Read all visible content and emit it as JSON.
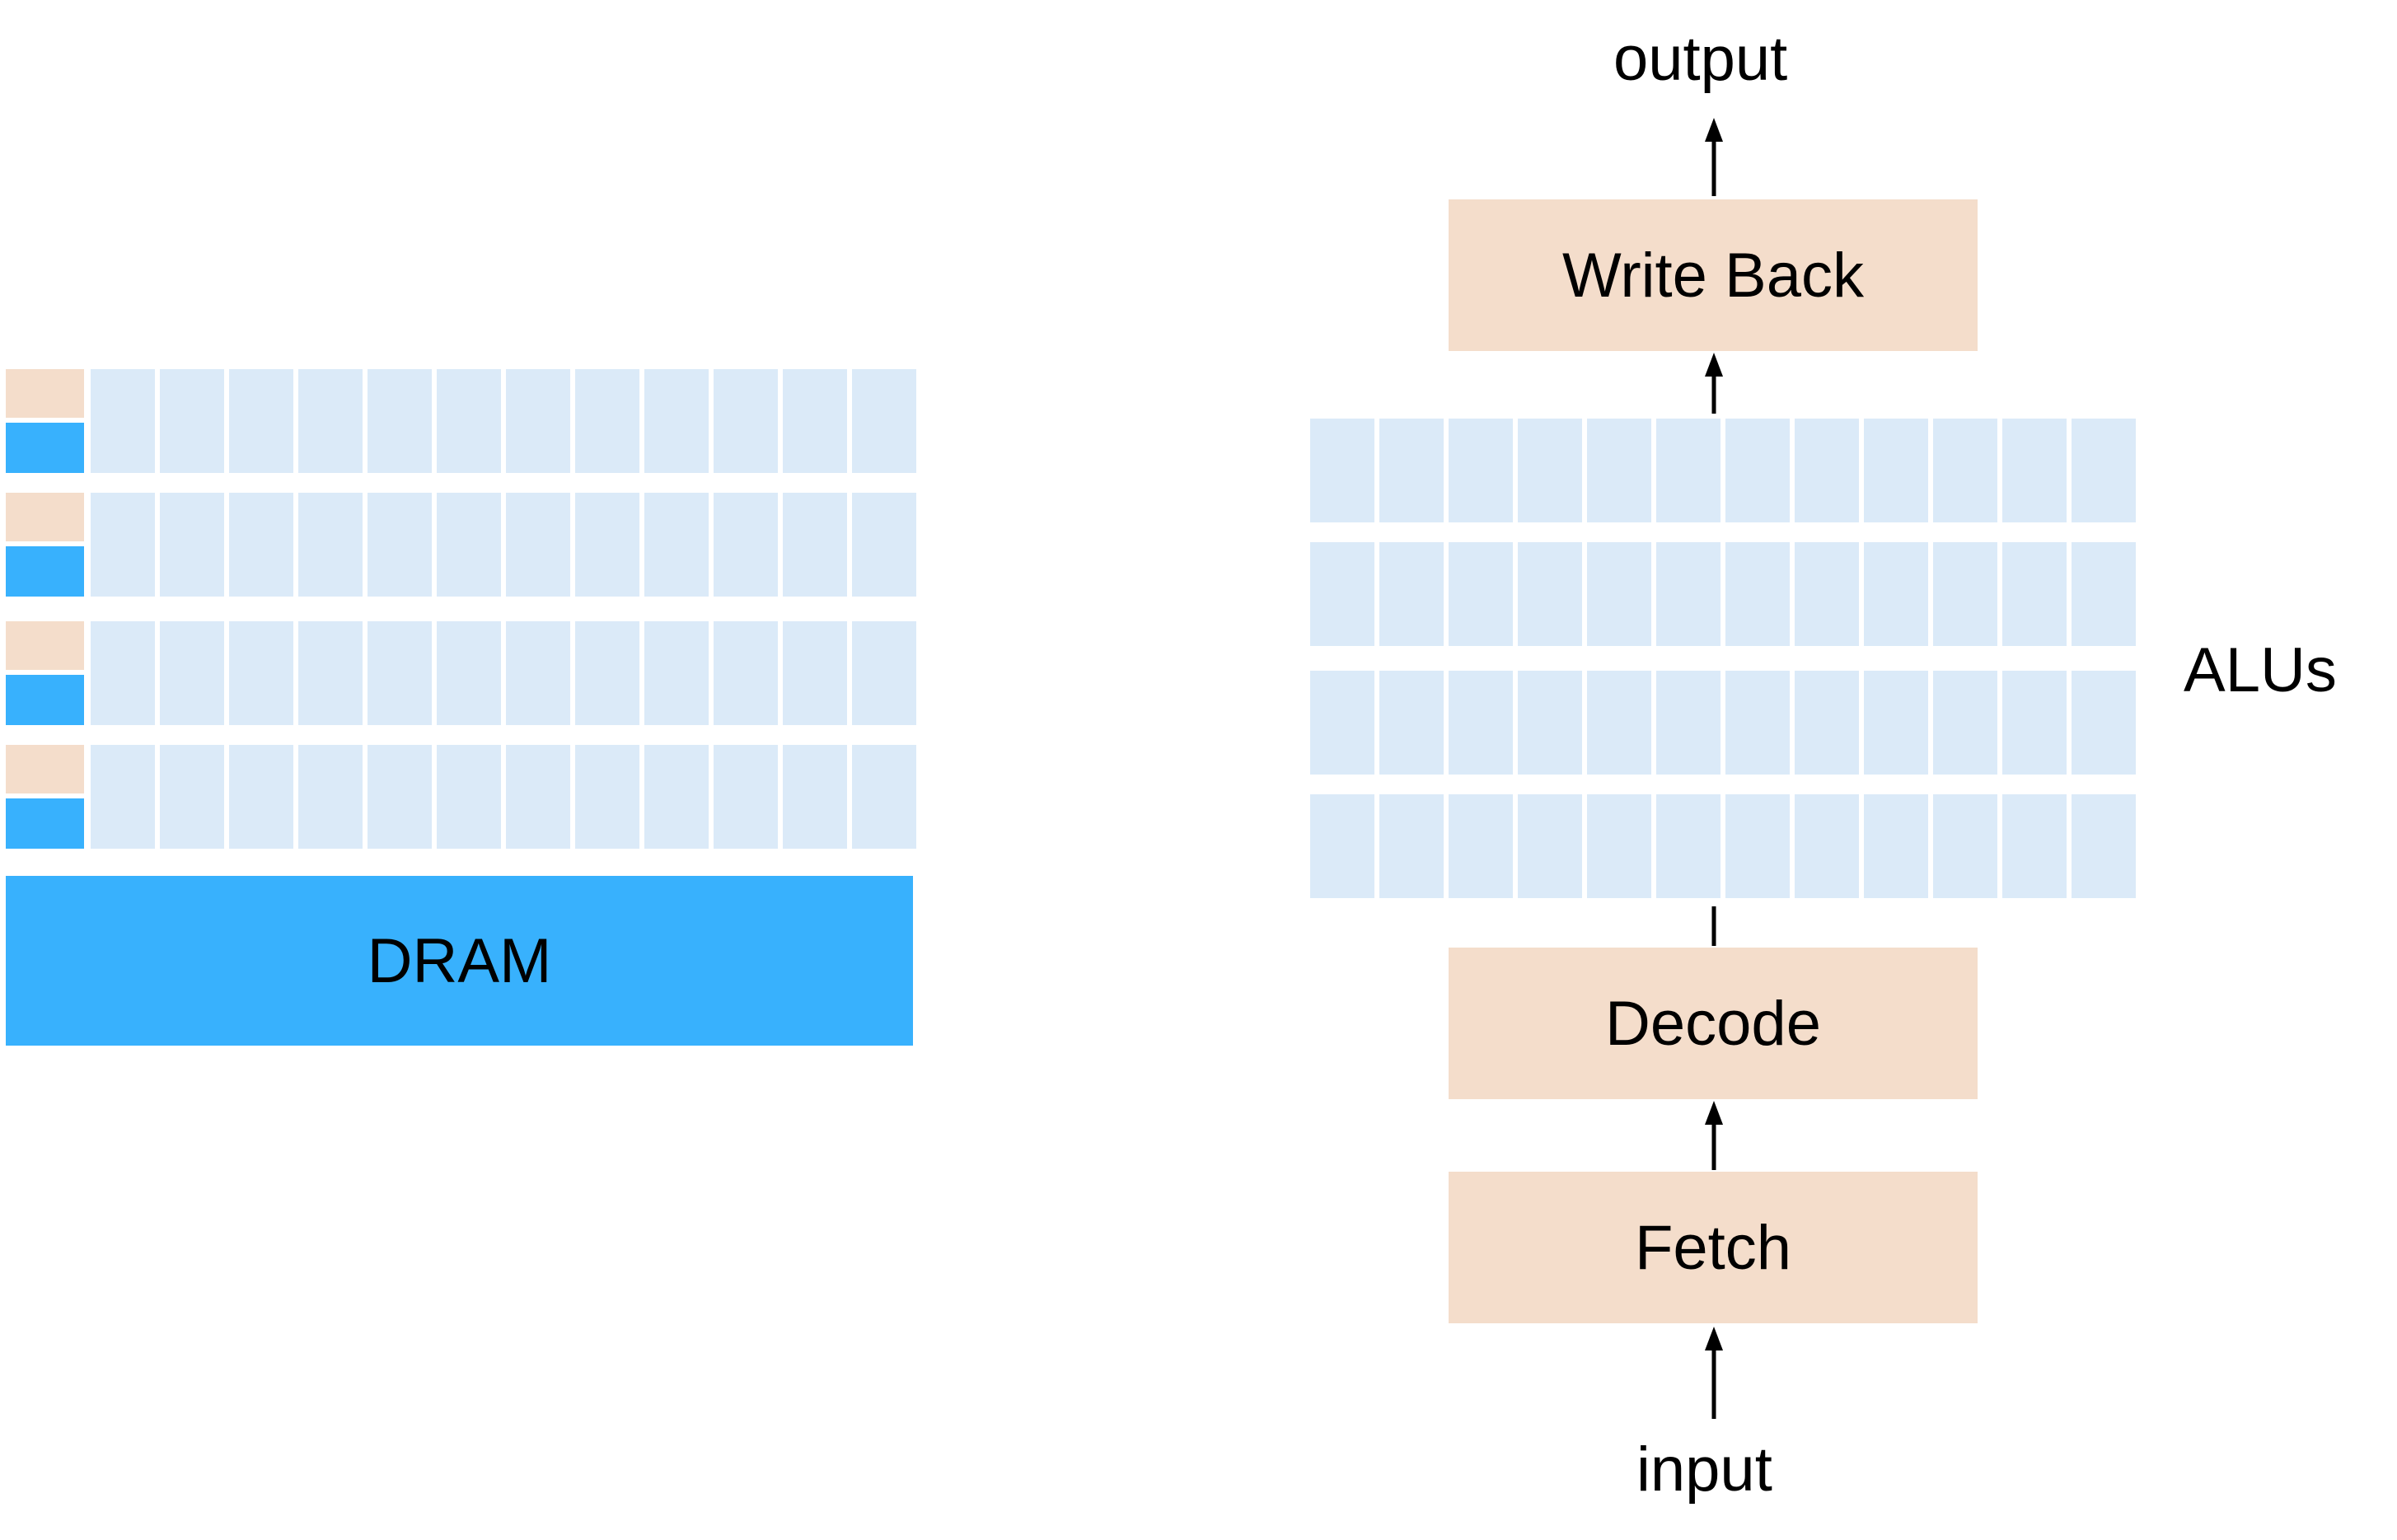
{
  "gpu": {
    "dram_label": "DRAM",
    "rows": 4,
    "cols": 12
  },
  "pipeline": {
    "output_label": "output",
    "input_label": "input",
    "write_back_label": "Write Back",
    "decode_label": "Decode",
    "fetch_label": "Fetch",
    "alus_label": "ALUs",
    "alu_rows": 4,
    "alu_cols": 12
  },
  "colors": {
    "alu": "#dbeaf8",
    "control": "#f4ddcb",
    "cache_dram": "#38b1fd"
  }
}
